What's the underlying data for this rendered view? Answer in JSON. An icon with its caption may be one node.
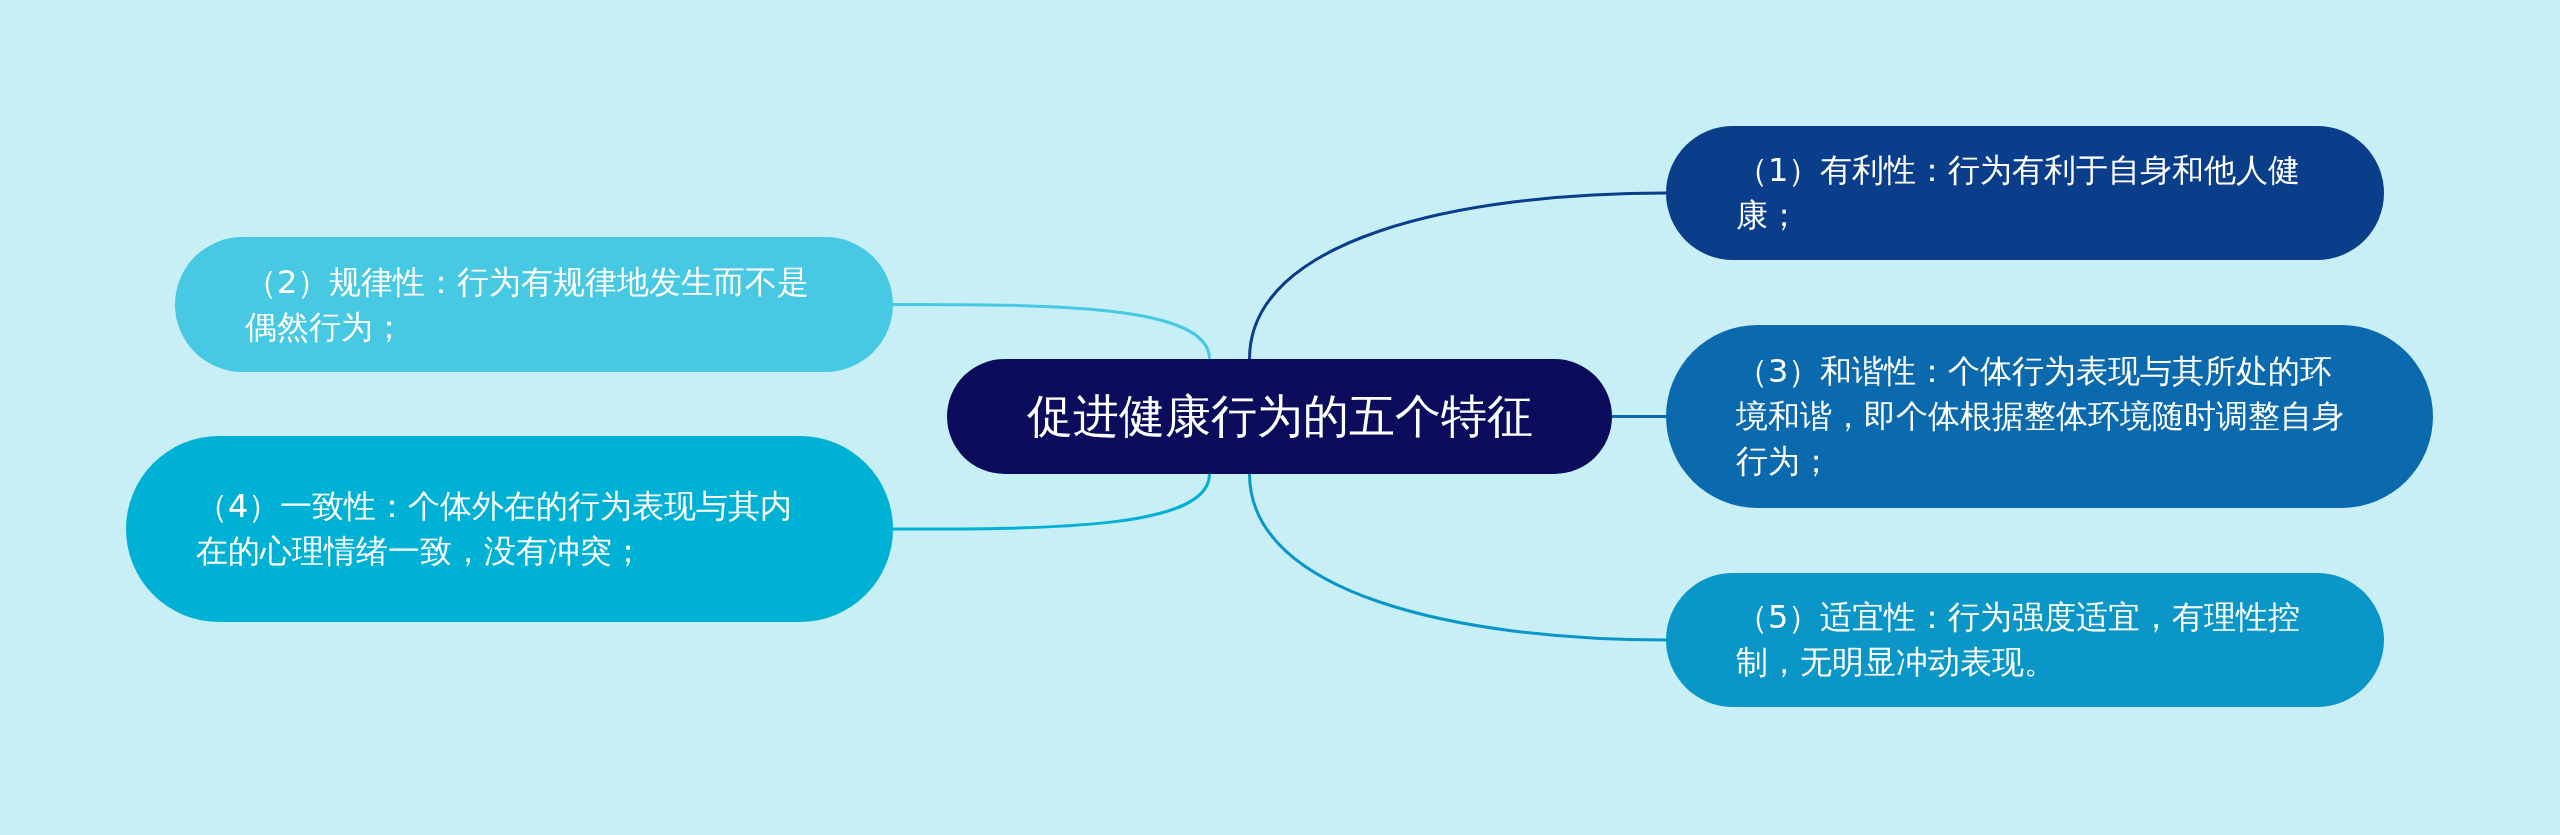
{
  "diagram": {
    "nodes": [
      {
        "text": [
          "促进健康行为的五个特征"
        ]
      },
      {
        "text": [
          "（1）有利性：行为有利于自身和他人健康；"
        ]
      },
      {
        "text": [
          "（2）规律性：行为有规律地发生而不是偶然行为；"
        ]
      },
      {
        "text": [
          "（3）和谐性：个体行为表现与其所处的环境和谐，即个体根据整体环境随时调整自身行为；"
        ]
      },
      {
        "text": [
          "（4）一致性：个体外在的行为表现与其内在的心理情绪一致，没有冲突；"
        ]
      },
      {
        "text": [
          "（5）适宜性：行为强度适宜，有理性控制，无明显冲动表现。"
        ]
      }
    ],
    "edges": [
      {
        "from": 0,
        "to": 1,
        "arrow": "none",
        "color": "#0a3d8a"
      },
      {
        "from": 0,
        "to": 2,
        "arrow": "none",
        "color": "#48c9e3"
      },
      {
        "from": 0,
        "to": 3,
        "arrow": "none",
        "color": "#0b6aad"
      },
      {
        "from": 0,
        "to": 4,
        "arrow": "none",
        "color": "#00b1d6"
      },
      {
        "from": 0,
        "to": 5,
        "arrow": "none",
        "color": "#0a97c8"
      }
    ]
  }
}
